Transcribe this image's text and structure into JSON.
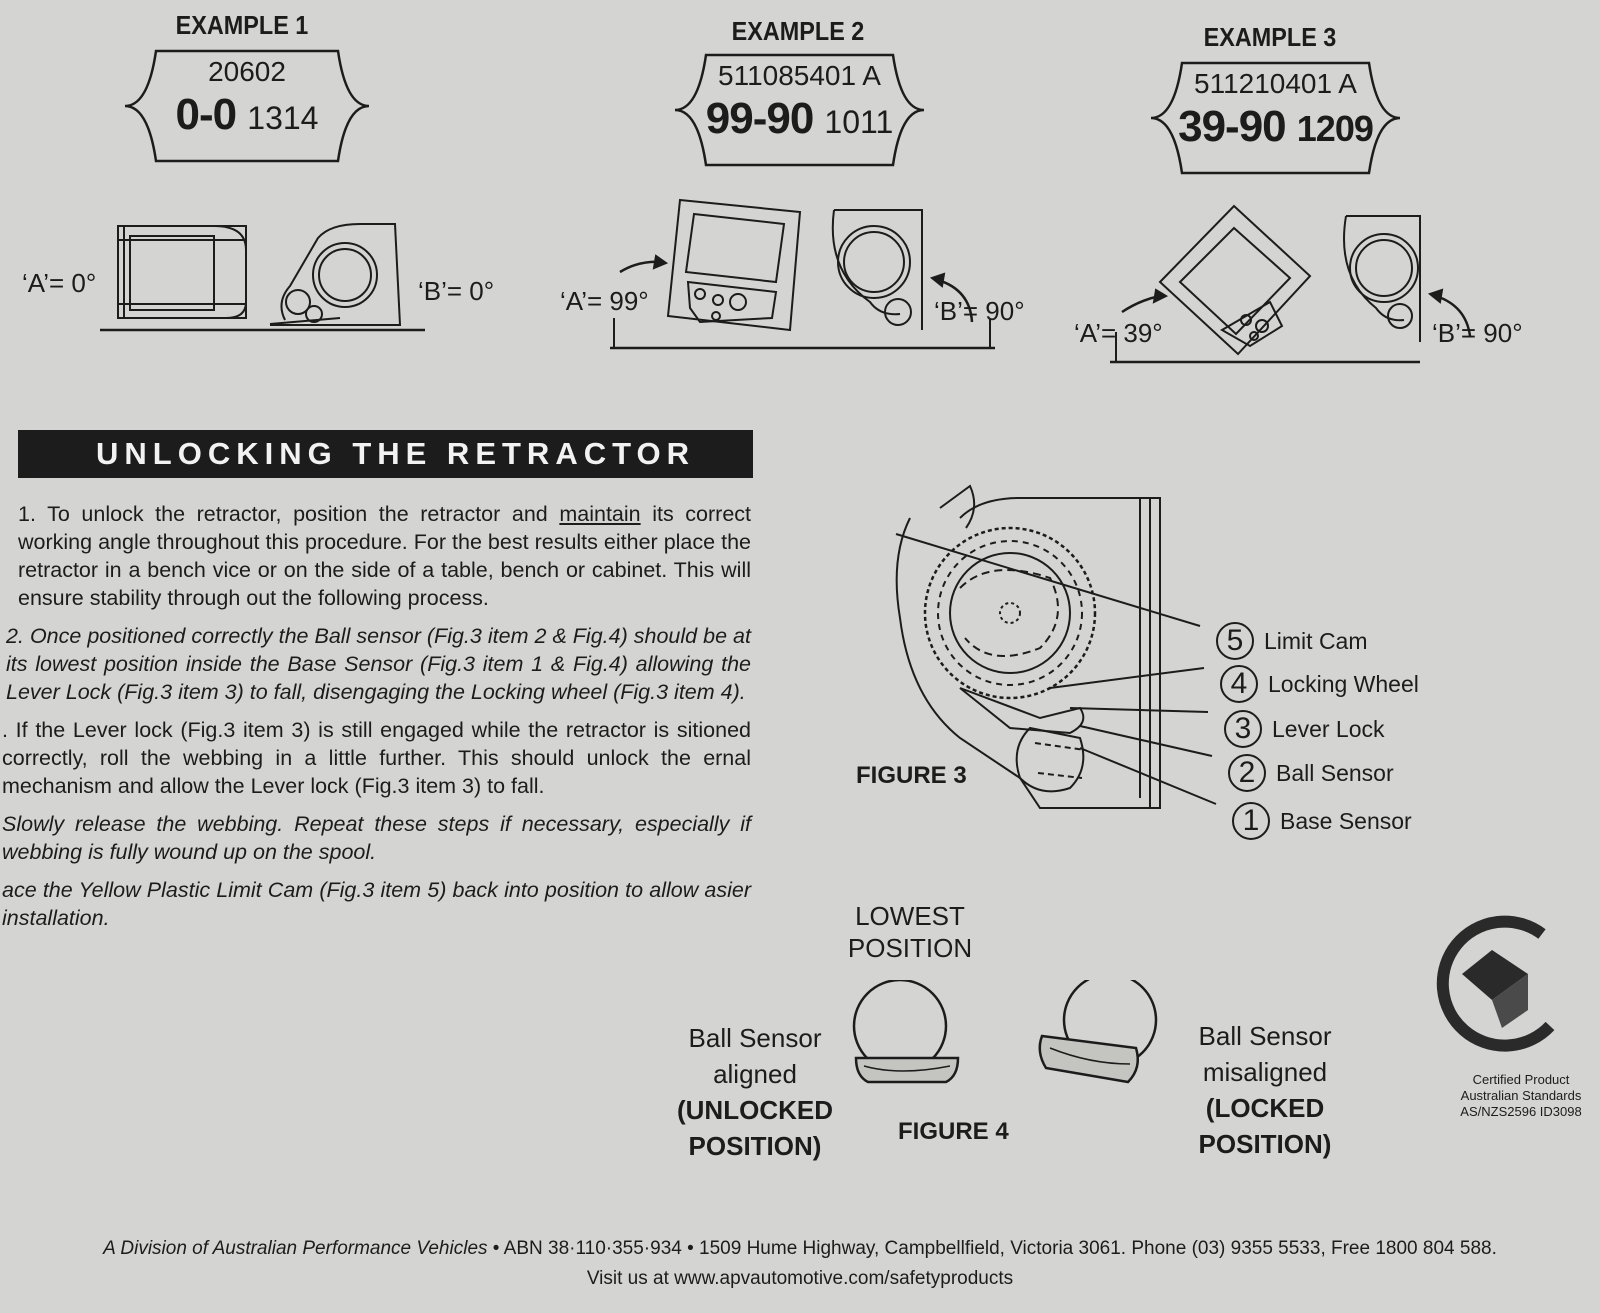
{
  "examples": [
    {
      "title": "EXAMPLE 1",
      "code": "20602",
      "angle_code": "0-0",
      "date_code": "1314",
      "a_label": "‘A’= 0°",
      "b_label": "‘B’= 0°"
    },
    {
      "title": "EXAMPLE 2",
      "code": "511085401 A",
      "angle_code": "99-90",
      "date_code": "1011",
      "a_label": "‘A’= 99°",
      "b_label": "‘B’= 90°"
    },
    {
      "title": "EXAMPLE 3",
      "code": "511210401 A",
      "angle_code": "39-90",
      "date_code": "1209",
      "a_label": "‘A’= 39°",
      "b_label": "‘B’= 90°"
    }
  ],
  "section_title": "UNLOCKING THE RETRACTOR",
  "steps": {
    "s1_pre": "1. To unlock the retractor, position the retractor and ",
    "s1_u": "maintain",
    "s1_post": " its correct working angle throughout this procedure. For the best results either place the retractor in a bench vice or on the side of a table, bench or cabinet. This will ensure stability through out the following process.",
    "s2": "2. Once positioned correctly the Ball sensor (Fig.3 item 2 & Fig.4) should be at its lowest position inside the Base Sensor (Fig.3 item 1 & Fig.4) allowing the Lever Lock (Fig.3 item 3) to fall, disengaging the Locking wheel (Fig.3 item 4).",
    "s3": ". If the Lever lock (Fig.3 item 3) is still engaged while the retractor is sitioned correctly, roll the webbing in a little further. This should unlock the ernal mechanism and allow the Lever lock (Fig.3 item 3) to fall.",
    "s4": "Slowly release the webbing. Repeat these steps if necessary, especially if webbing is fully wound up on the spool.",
    "s5": "ace the Yellow Plastic Limit Cam (Fig.3 item 5) back into position to allow asier installation."
  },
  "figure3": {
    "caption": "FIGURE 3",
    "callouts": [
      {
        "num": "5",
        "label": "Limit Cam"
      },
      {
        "num": "4",
        "label": "Locking Wheel"
      },
      {
        "num": "3",
        "label": "Lever Lock"
      },
      {
        "num": "2",
        "label": "Ball Sensor"
      },
      {
        "num": "1",
        "label": "Base Sensor"
      }
    ]
  },
  "figure4": {
    "caption": "FIGURE 4",
    "lowest_line1": "LOWEST",
    "lowest_line2": "POSITION",
    "aligned_line1": "Ball Sensor",
    "aligned_line2": "aligned",
    "aligned_line3": "(UNLOCKED",
    "aligned_line4": "POSITION)",
    "mis_line1": "Ball Sensor",
    "mis_line2": "misaligned",
    "mis_line3": "(LOCKED",
    "mis_line4": "POSITION)"
  },
  "certification": {
    "line1": "Certified Product",
    "line2": "Australian Standards",
    "line3": "AS/NZS2596 ID3098"
  },
  "footer": {
    "line1_italic": "A Division of Australian Performance Vehicles",
    "line1_rest": " • ABN 38·110·355·934 • 1509 Hume Highway, Campbellfield, Victoria 3061. Phone (03) 9355 5533, Free 1800 804 588.",
    "line2_pre": "Visit us at ",
    "line2_url": "www.apvautomotive.com/safetyproducts"
  },
  "colors": {
    "paper": "#d4d5d2",
    "ink": "#1c1c1c",
    "bar_text": "#f2f2f2"
  }
}
